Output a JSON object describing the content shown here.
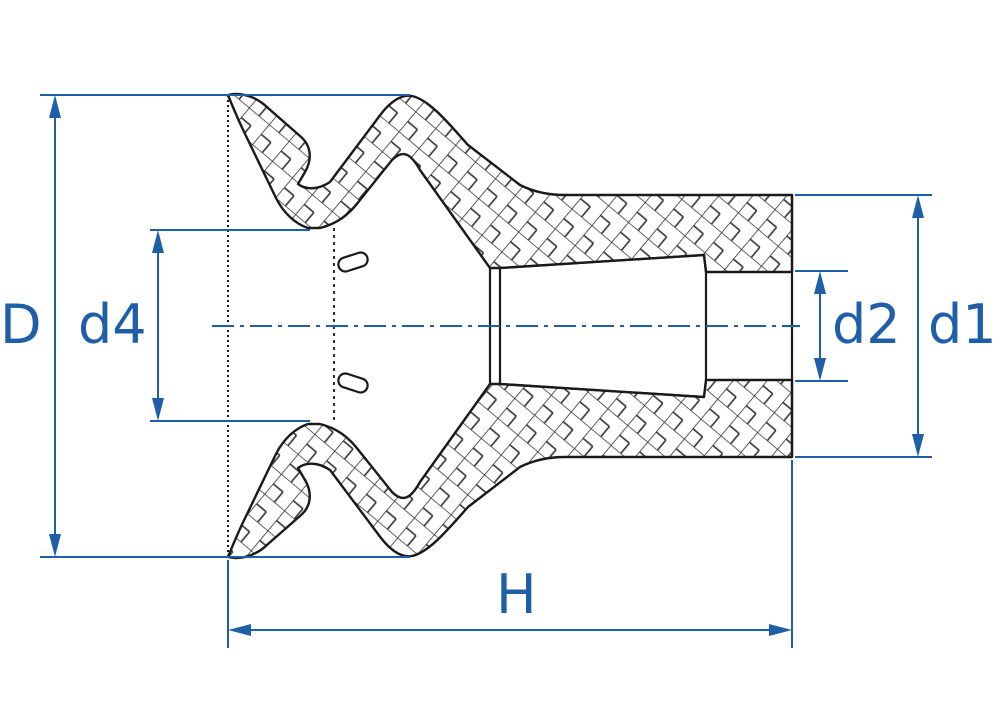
{
  "colors": {
    "dimension": "#1f5fa8",
    "outline": "#1a1a1a",
    "hatch": "#333333",
    "background": "#ffffff"
  },
  "labels": {
    "D": "D",
    "d4": "d4",
    "H": "H",
    "d2": "d2",
    "d1": "d1"
  }
}
